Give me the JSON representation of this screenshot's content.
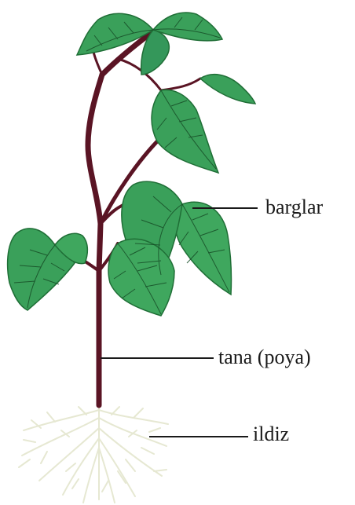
{
  "labels": {
    "leaves": "barglar",
    "stem": "tana (poya)",
    "root": "ildiz"
  },
  "colors": {
    "leaf": "#3aa05a",
    "leaf_dark": "#1f6e36",
    "vein": "#174d27",
    "stem": "#5a1424",
    "root": "#e8ead8",
    "text": "#1a1a1a"
  }
}
